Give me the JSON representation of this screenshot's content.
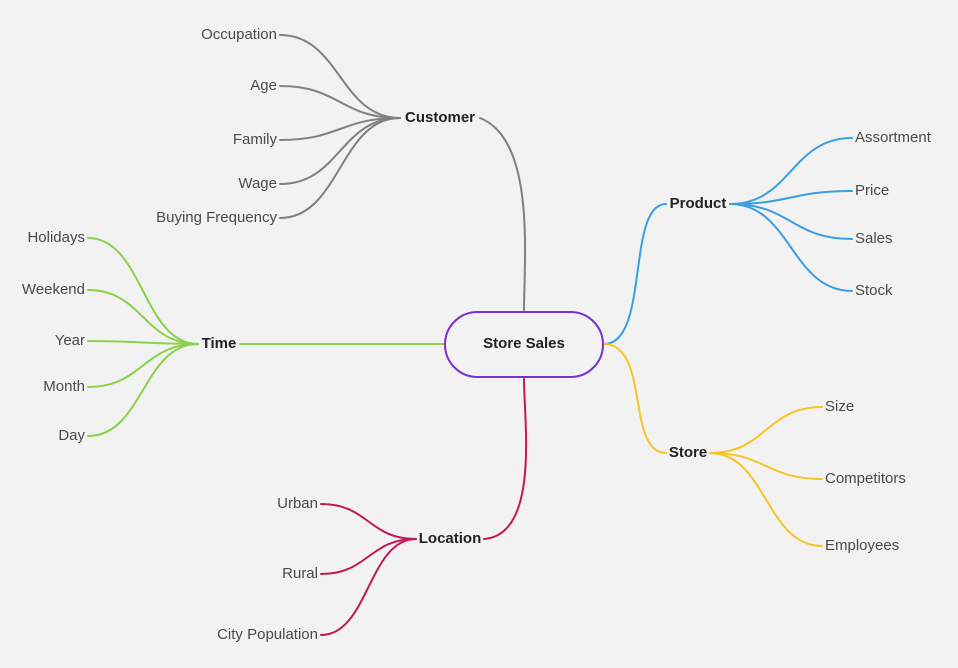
{
  "root": {
    "label": "Store Sales",
    "color": "#7b2fd1"
  },
  "branches": {
    "customer": {
      "label": "Customer",
      "color": "#808080",
      "children": [
        "Occupation",
        "Age",
        "Family",
        "Wage",
        "Buying Frequency"
      ]
    },
    "time": {
      "label": "Time",
      "color": "#8cd14a",
      "children": [
        "Holidays",
        "Weekend",
        "Year",
        "Month",
        "Day"
      ]
    },
    "location": {
      "label": "Location",
      "color": "#c2185b",
      "children": [
        "Urban",
        "Rural",
        "City Population"
      ]
    },
    "product": {
      "label": "Product",
      "color": "#3a9ee0",
      "children": [
        "Assortment",
        "Price",
        "Sales",
        "Stock"
      ]
    },
    "store": {
      "label": "Store",
      "color": "#f5c623",
      "children": [
        "Size",
        "Competitors",
        "Employees"
      ]
    }
  }
}
